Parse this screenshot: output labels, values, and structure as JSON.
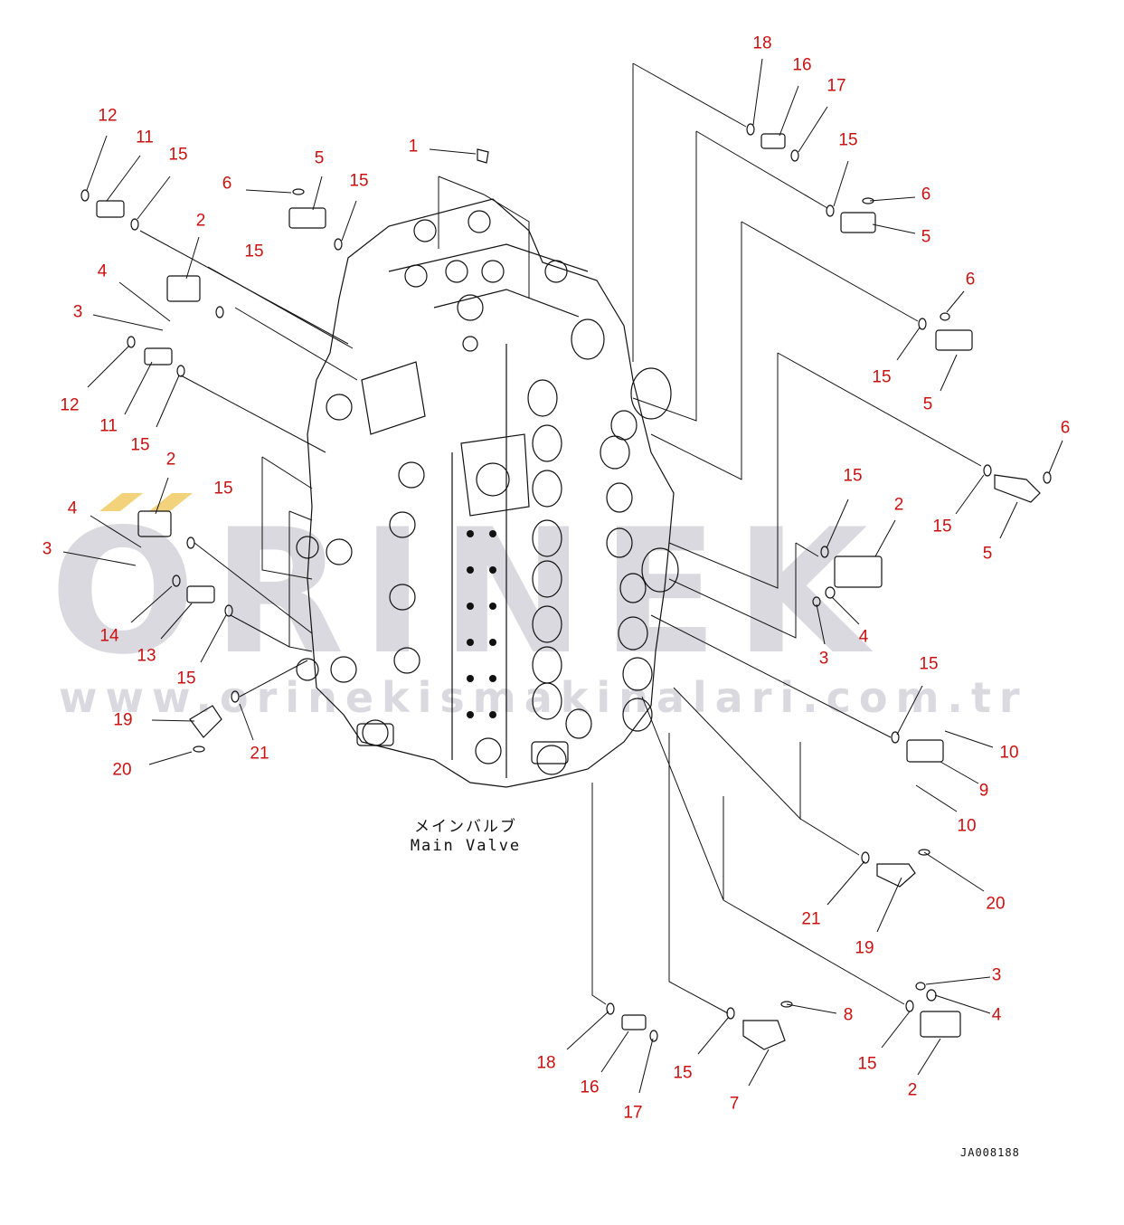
{
  "watermark": {
    "brand": "ORINEK",
    "url": "www.orinekismakinalari.com.tr",
    "color": "#d9d9df"
  },
  "caption": {
    "japanese": "メインバルブ",
    "english": "Main Valve"
  },
  "drawing_id": "JA008188",
  "colors": {
    "callout": "#cc1111",
    "line": "#111111",
    "accent": "#f2d27a"
  },
  "callouts": [
    "12",
    "11",
    "15",
    "2",
    "4",
    "3",
    "12",
    "11",
    "15",
    "2",
    "4",
    "3",
    "14",
    "13",
    "15",
    "15",
    "19",
    "20",
    "21",
    "6",
    "5",
    "15",
    "15",
    "1",
    "18",
    "16",
    "17",
    "15",
    "6",
    "5",
    "6",
    "15",
    "5",
    "6",
    "15",
    "5",
    "15",
    "2",
    "3",
    "4",
    "15",
    "10",
    "9",
    "10",
    "21",
    "20",
    "19",
    "3",
    "4",
    "18",
    "16",
    "17",
    "15",
    "8",
    "7",
    "15",
    "2"
  ]
}
